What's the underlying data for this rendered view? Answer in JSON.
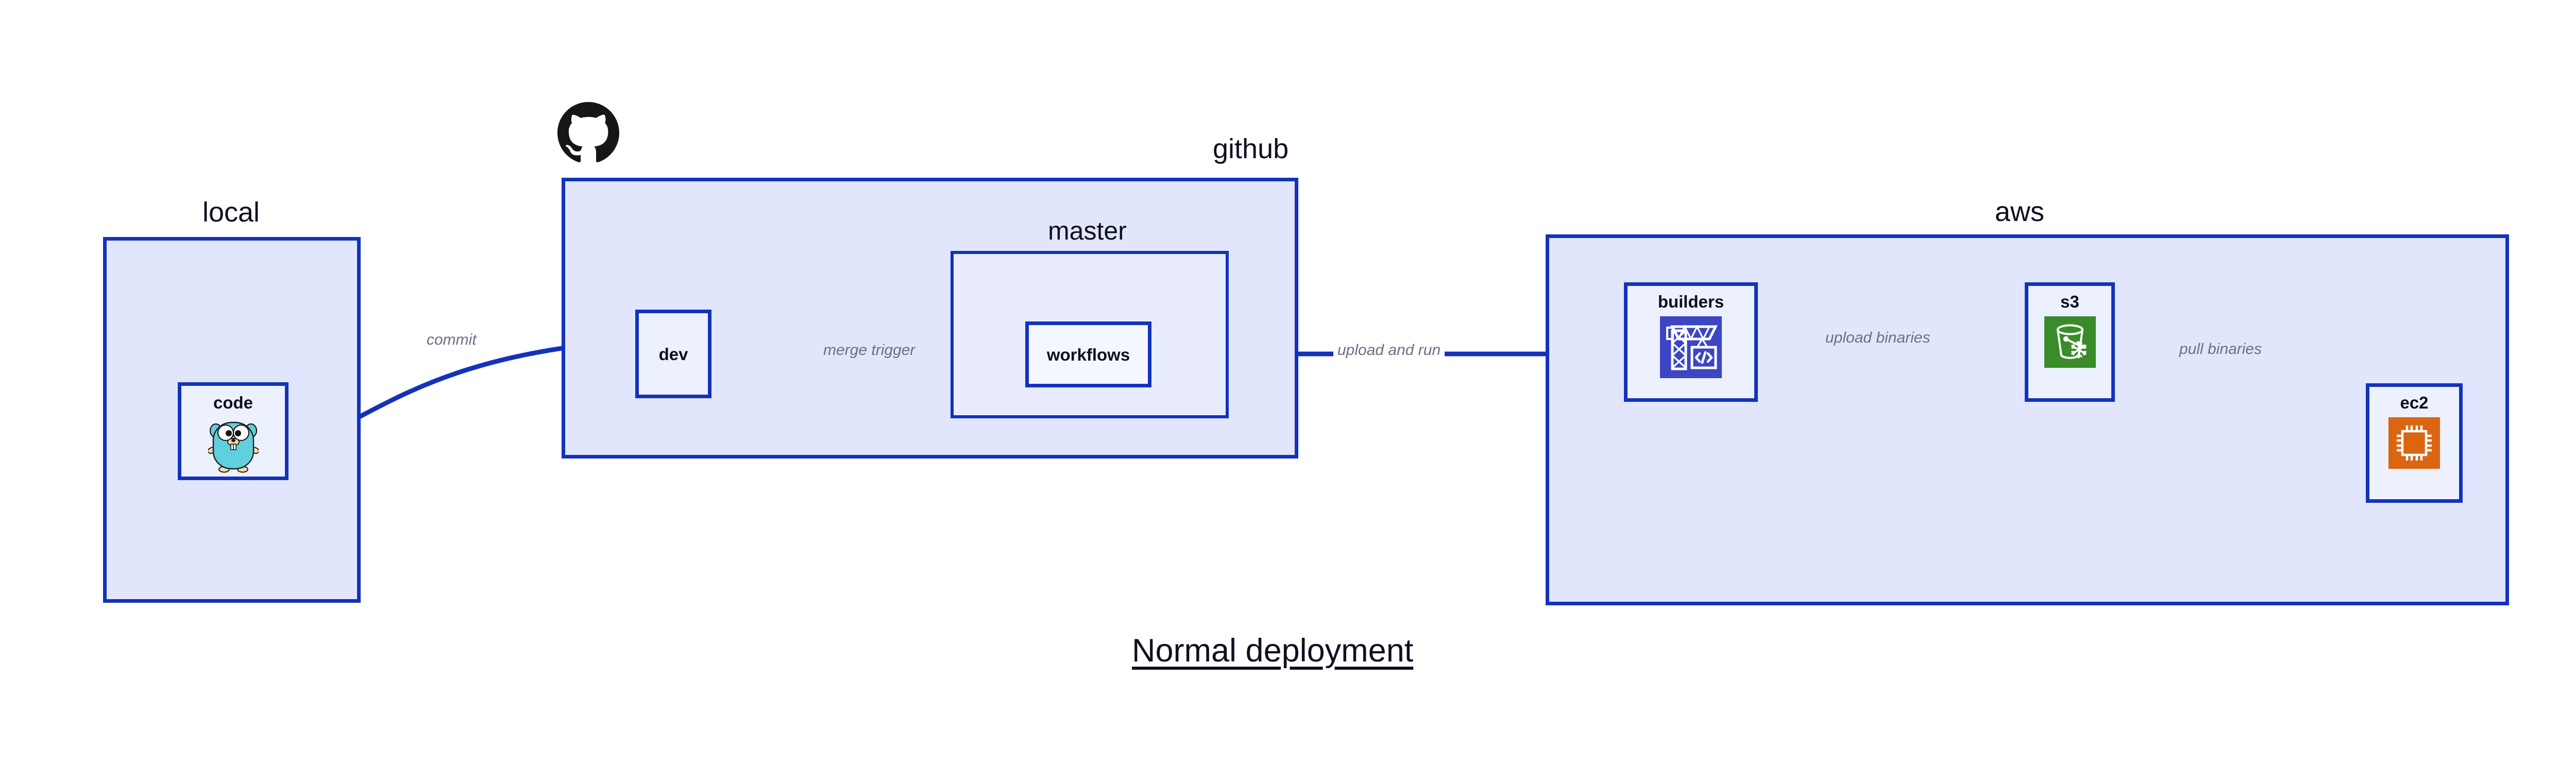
{
  "diagram": {
    "title": "Normal deployment",
    "colors": {
      "group_fill": "#E1E6FC",
      "inner_group_fill": "#E8ECFD",
      "node_fill": "#EDF0FD",
      "stroke": "#1332BC",
      "text": "#0E1021",
      "edge_label_text": "#6A7084",
      "background": "#FFFFFF",
      "codebuild_orange_blue": "#3C45C4",
      "s3_green": "#3A8C2A",
      "ec2_orange": "#DC6512",
      "gopher_cyan": "#5FD0DE",
      "github_black": "#161616"
    }
  },
  "groups": [
    {
      "id": "local",
      "label": "local"
    },
    {
      "id": "github",
      "label": "github"
    },
    {
      "id": "master",
      "label": "master"
    },
    {
      "id": "aws",
      "label": "aws"
    }
  ],
  "nodes": [
    {
      "id": "code",
      "label": "code",
      "icon": "go-gopher-icon",
      "group": "local"
    },
    {
      "id": "dev",
      "label": "dev",
      "icon": null,
      "group": "github"
    },
    {
      "id": "workflows",
      "label": "workflows",
      "icon": null,
      "group": "master"
    },
    {
      "id": "builders",
      "label": "builders",
      "icon": "aws-codebuild-icon",
      "group": "aws"
    },
    {
      "id": "s3",
      "label": "s3",
      "icon": "aws-s3-glacier-icon",
      "group": "aws"
    },
    {
      "id": "ec2",
      "label": "ec2",
      "icon": "aws-ec2-icon",
      "group": "aws"
    }
  ],
  "edges": [
    {
      "id": "commit",
      "from": "code",
      "to": "dev",
      "label": "commit"
    },
    {
      "id": "merge-trigger",
      "from": "dev",
      "to": "workflows",
      "label": "merge trigger"
    },
    {
      "id": "upload-and-run",
      "from": "workflows",
      "to": "builders",
      "label": "upload and run"
    },
    {
      "id": "upload-binaries",
      "from": "builders",
      "to": "s3",
      "label": "upload binaries"
    },
    {
      "id": "pull-binaries",
      "from": "s3",
      "to": "ec2",
      "label": "pull binaries"
    }
  ],
  "logos": [
    {
      "id": "github-logo",
      "name": "github-octocat-icon"
    }
  ]
}
